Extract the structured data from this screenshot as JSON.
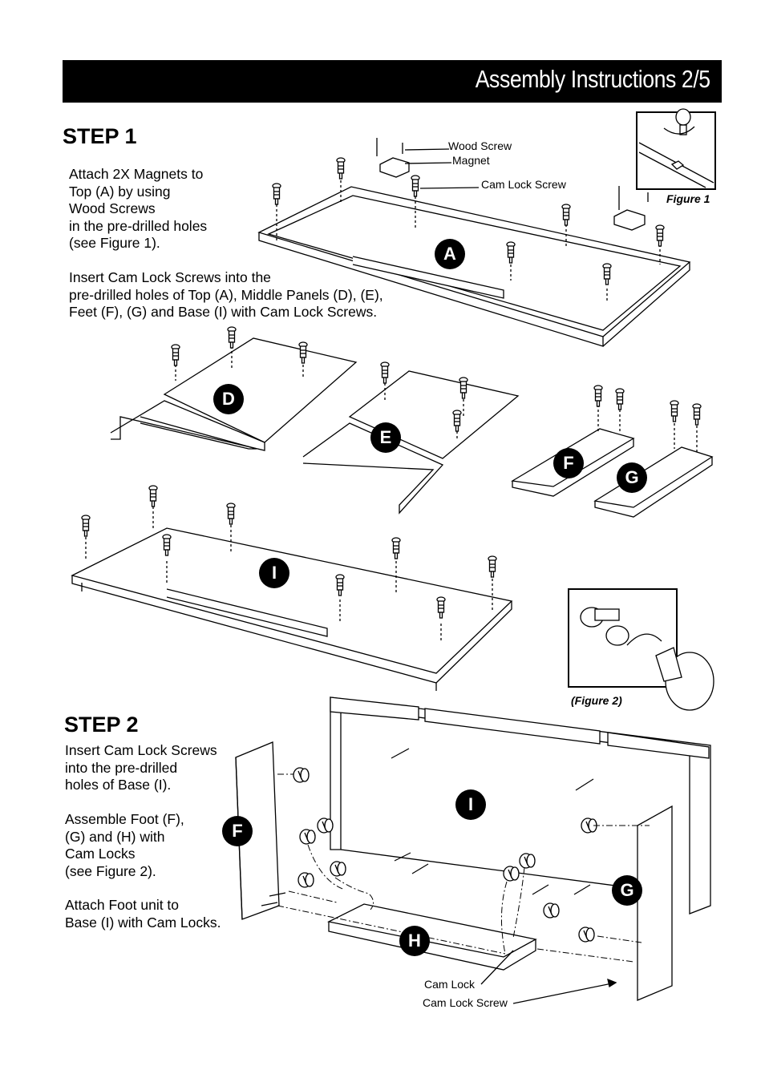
{
  "header": {
    "title": "Assembly Instructions 2/5"
  },
  "step1": {
    "heading": "STEP 1",
    "para1": [
      "Attach 2X Magnets to",
      "Top (A) by using",
      "Wood Screws",
      "in the pre-drilled holes",
      "(see Figure 1)."
    ],
    "para2": [
      "Insert Cam Lock Screws into the",
      "pre-drilled holes of Top (A), Middle Panels (D), (E),",
      "Feet (F), (G) and Base (I) with Cam Lock Screws."
    ],
    "callouts": {
      "wood_screw": "Wood Screw",
      "magnet": "Magnet",
      "cam_lock_screw": "Cam Lock Screw"
    },
    "figure1_caption": "Figure 1",
    "figure2_caption": "(Figure 2)"
  },
  "step2": {
    "heading": "STEP 2",
    "para1": [
      "Insert Cam Lock Screws",
      "into the pre-drilled",
      "holes of Base (I)."
    ],
    "para2": [
      "Assemble Foot (F),",
      "(G) and (H) with",
      "Cam Locks",
      "(see Figure 2)."
    ],
    "para3": [
      "Attach Foot unit to",
      "Base (I) with Cam Locks."
    ],
    "callouts": {
      "cam_lock": "Cam Lock",
      "cam_lock_screw": "Cam Lock Screw"
    }
  },
  "parts": {
    "A": "A",
    "D": "D",
    "E": "E",
    "F": "F",
    "G": "G",
    "I": "I",
    "F2": "F",
    "G2": "G",
    "H": "H",
    "I2": "I"
  }
}
